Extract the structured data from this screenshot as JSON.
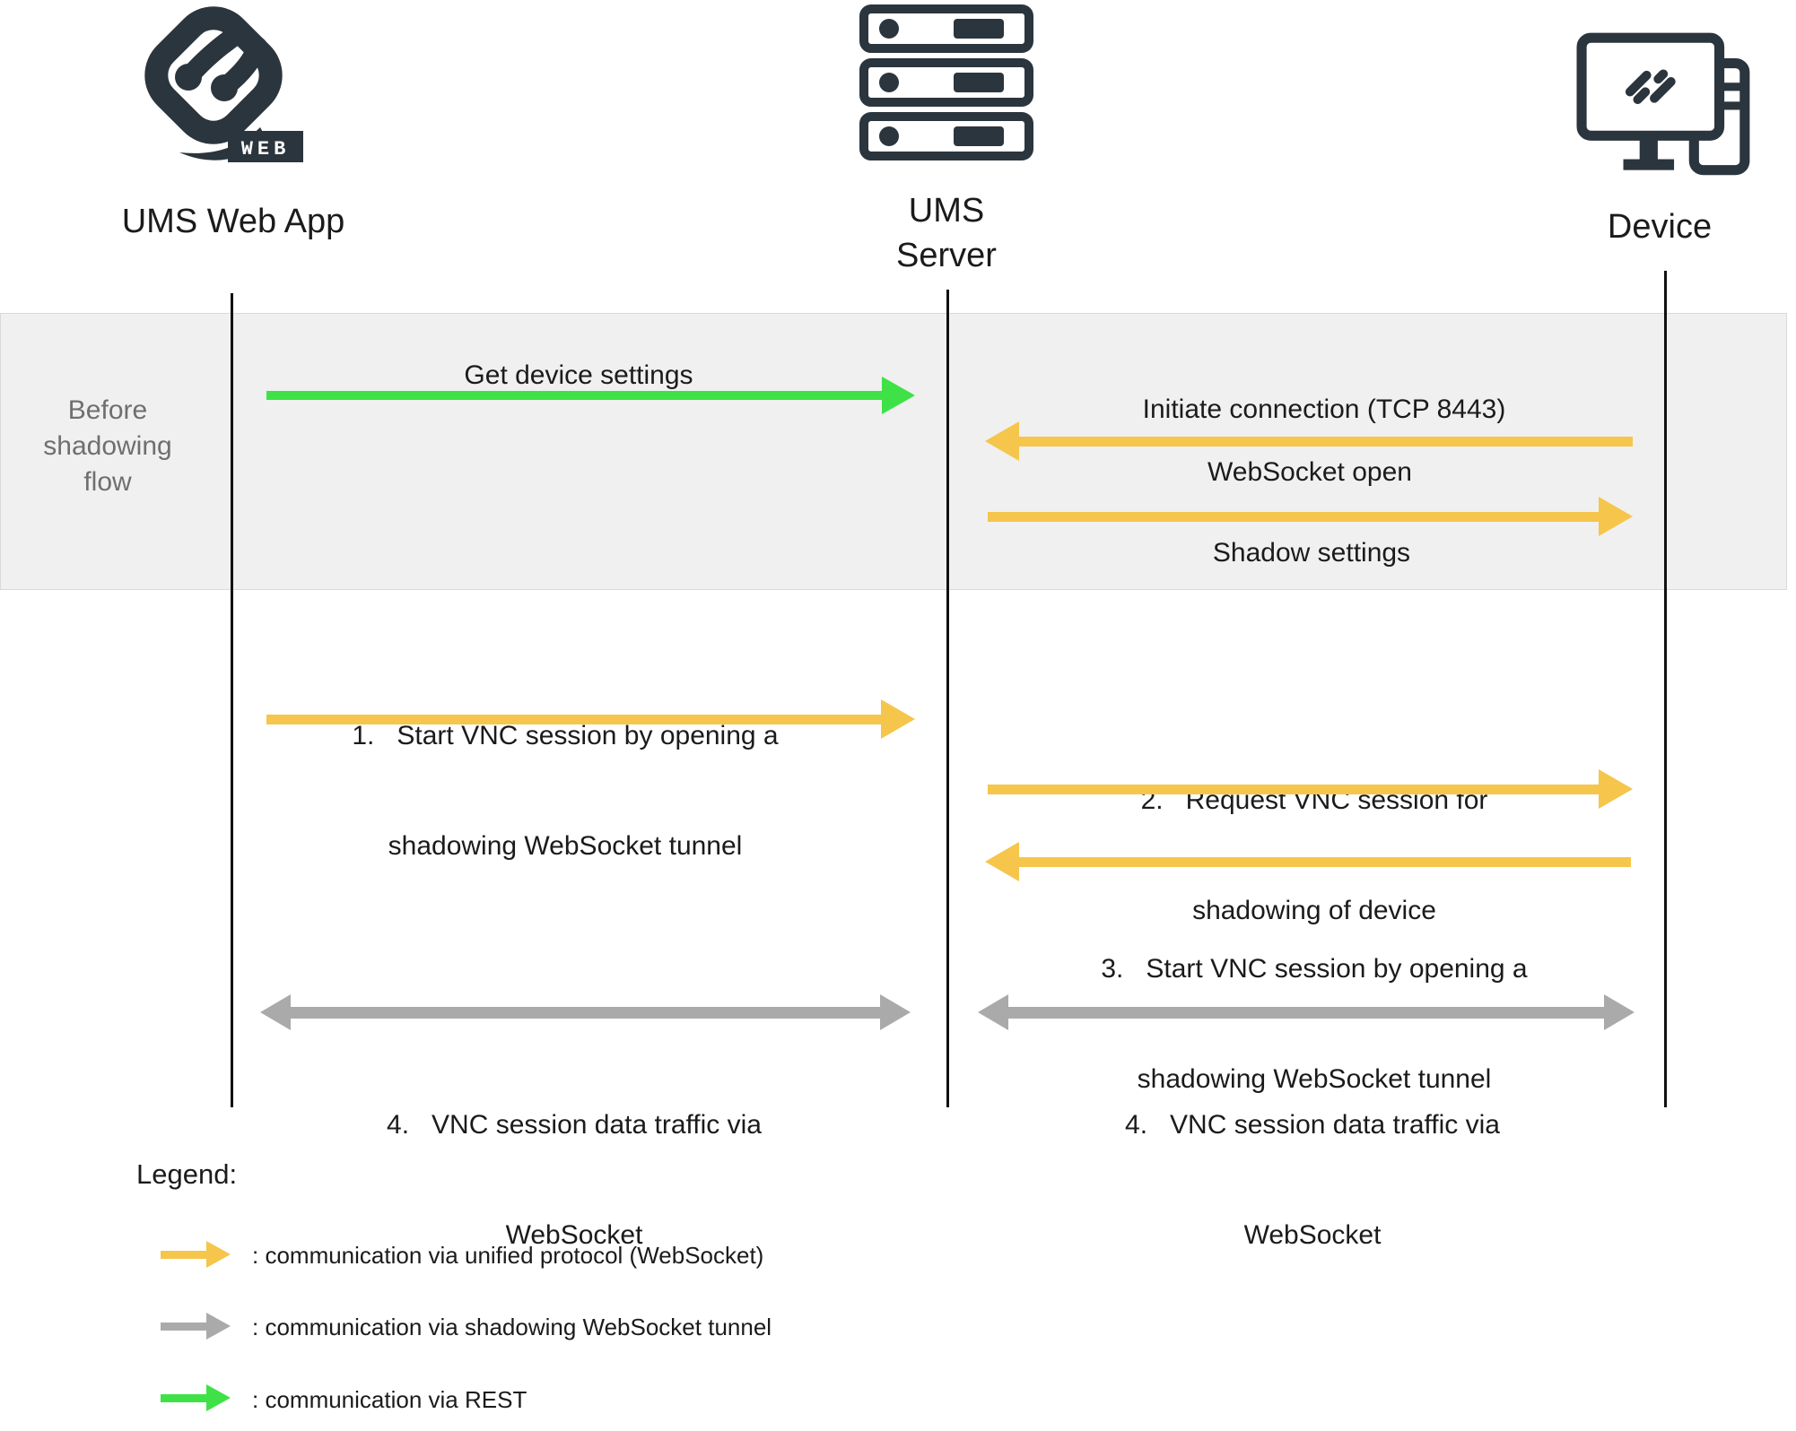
{
  "colors": {
    "unified": "#f5c64b",
    "tunnel": "#aaaaaa",
    "rest": "#3ee247",
    "dark": "#2b353d",
    "band_bg": "#f0f0f0",
    "band_border": "#d9d9d9",
    "line": "#111111",
    "text": "#1b1b1b",
    "muted": "#6f6f6f"
  },
  "actors": {
    "webapp": {
      "label": "UMS Web App",
      "badge": "WEB",
      "icon": "igel-web-logo"
    },
    "server": {
      "label": "UMS\nServer",
      "icon": "server-rack"
    },
    "device": {
      "label": "Device",
      "icon": "desktop-computer"
    }
  },
  "band": {
    "label": "Before\nshadowing\nflow",
    "messages": {
      "get_device_settings": "Get device settings",
      "initiate_connection": "Initiate connection (TCP 8443)",
      "websocket_open": "WebSocket open",
      "shadow_settings": "Shadow settings"
    }
  },
  "flow": {
    "msg1": {
      "line1": "1.   Start VNC session by opening a",
      "line2": "shadowing WebSocket tunnel",
      "direction": "webapp-to-server",
      "type": "unified"
    },
    "msg2": {
      "line1": "2.   Request VNC session for",
      "line2": "shadowing of device",
      "direction": "server-to-device",
      "type": "unified"
    },
    "msg3": {
      "line1": "3.   Start VNC session by opening a",
      "line2": "shadowing WebSocket tunnel",
      "direction": "device-to-server",
      "type": "unified"
    },
    "msg4_left": {
      "line1": "4.   VNC session data traffic via",
      "line2": "WebSocket",
      "direction": "webapp-server-bidirectional",
      "type": "tunnel"
    },
    "msg4_right": {
      "line1": "4.   VNC session data traffic via",
      "line2": "WebSocket",
      "direction": "server-device-bidirectional",
      "type": "tunnel"
    }
  },
  "legend": {
    "title": "Legend:",
    "items": [
      {
        "color": "#f5c64b",
        "label": ": communication via unified protocol (WebSocket)"
      },
      {
        "color": "#aaaaaa",
        "label": ": communication via shadowing WebSocket tunnel"
      },
      {
        "color": "#3ee247",
        "label": ": communication via REST"
      }
    ]
  }
}
